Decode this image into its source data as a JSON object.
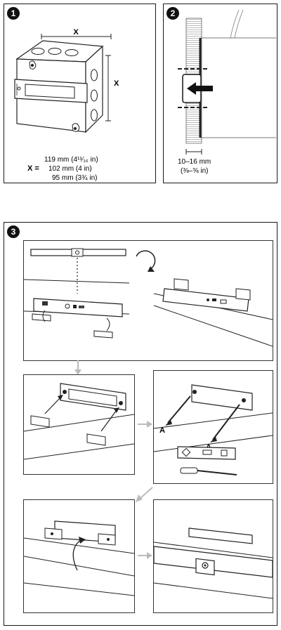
{
  "steps": [
    {
      "number": "1"
    },
    {
      "number": "2"
    },
    {
      "number": "3"
    }
  ],
  "box_dimension": {
    "x_label": "X",
    "y_label": "X",
    "equation_label": "X =",
    "sizes": [
      "119 mm (4¹¹⁄₁₆ in)",
      "102 mm (4 in)",
      "95 mm (3¾ in)"
    ]
  },
  "wall_thickness": {
    "range": "10–16 mm",
    "range_in": "(⅜–⅝ in)"
  },
  "screw_labels": [
    "A",
    "A"
  ]
}
